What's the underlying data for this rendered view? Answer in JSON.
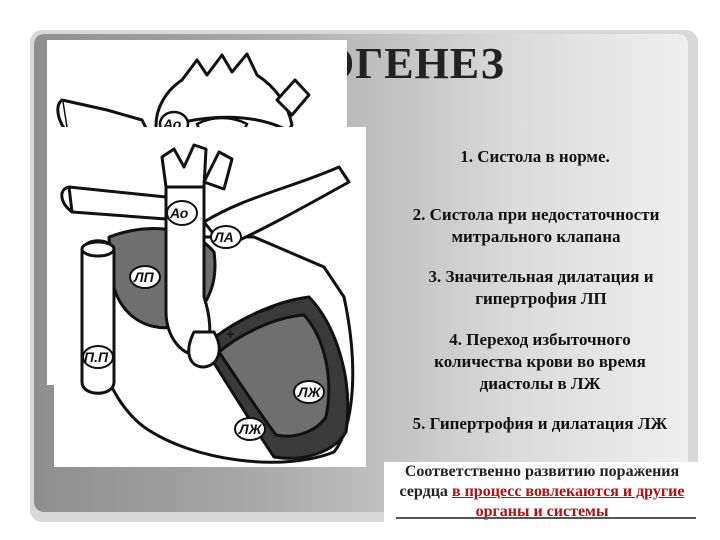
{
  "slide": {
    "title": "ОГЕНЕЗ"
  },
  "diagram": {
    "labels": {
      "ao_back": "Ао",
      "ao_front": "Ао",
      "la_artery": "ЛА",
      "left_atrium": "ЛП",
      "right_atrium": "П.П",
      "left_ventricle_upper": "ЛЖ",
      "left_ventricle_lower": "ЛЖ",
      "plus_sign": "+"
    },
    "colors": {
      "dilated_chamber": "#6f6f6f",
      "hypertrophy_wall": "#3a3a3a",
      "outline": "#111111"
    }
  },
  "captions": [
    "1. Систола в норме.",
    "2. Систола при недостаточности митрального клапана",
    "3. Значительная дилатация и гипертрофия ЛП",
    "4. Переход избыточного количества крови во время диастолы в ЛЖ",
    "5. Гипертрофия и дилатация ЛЖ"
  ],
  "closing": {
    "text_1": "Соответственно развитию поражения сердца ",
    "text_red": "в процесс вовлекаются и другие органы и системы"
  }
}
